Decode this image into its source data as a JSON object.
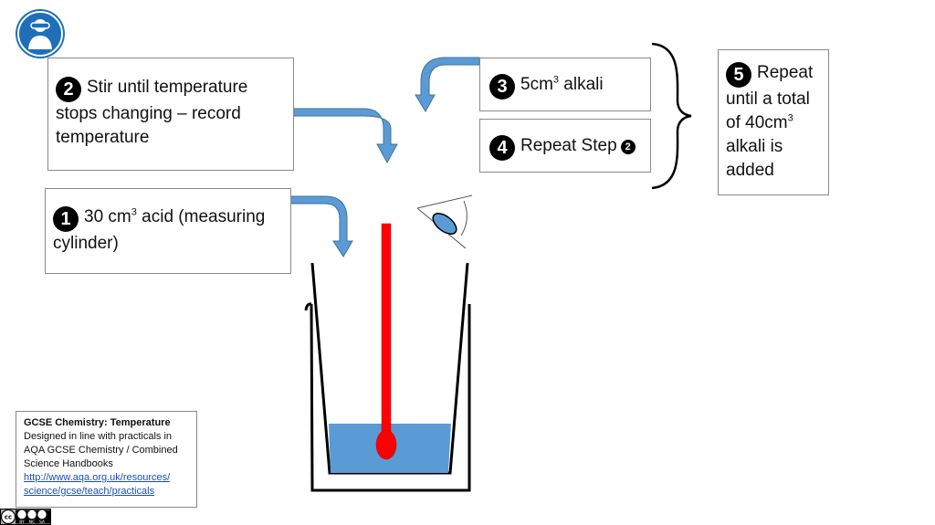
{
  "steps": {
    "step1": {
      "number": "1",
      "text_before": "30 cm",
      "sup": "3",
      "text_after": " acid (measuring cylinder)"
    },
    "step2": {
      "number": "2",
      "text": "Stir until temperature stops changing – record temperature"
    },
    "step3": {
      "number": "3",
      "text_before": "5cm",
      "sup": "3",
      "text_after": " alkali"
    },
    "step4": {
      "number": "4",
      "text": "Repeat Step",
      "ref": "2"
    },
    "step5": {
      "number": "5",
      "text_before": "Repeat until a total of 40cm",
      "sup": "3",
      "text_after": " alkali is added"
    }
  },
  "info": {
    "title": "GCSE Chemistry: Temperature",
    "description": "Designed in line with practicals in AQA GCSE Chemistry / Combined Science Handbooks",
    "link_line1": "http://www.aqa.org.uk/resources/",
    "link_line2": "science/gcse/teach/practicals"
  },
  "license": {
    "badge": "cc",
    "labels": [
      "BY",
      "NC",
      "SA"
    ]
  },
  "icons": {
    "safety": "goggles-safety-icon",
    "eye": "eye-observation-icon",
    "license": "creative-commons-icon"
  },
  "colors": {
    "arrow": "#5b9bd5",
    "arrow_outline": "#41719c",
    "liquid": "#5b9bd5",
    "thermometer": "#ff0000",
    "safety_sign": "#1f6fb8"
  }
}
